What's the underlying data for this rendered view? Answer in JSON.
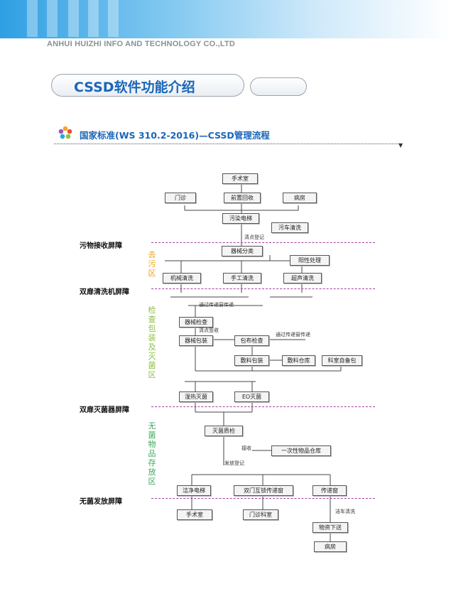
{
  "header": {
    "company": "ANHUI HUIZHI INFO AND TECHNOLOGY CO.,LTD"
  },
  "page": {
    "title": "CSSD软件功能介绍"
  },
  "section": {
    "heading": "国家标准(WS 310.2-2016)—CSSD管理流程",
    "icon": "flower-icon"
  },
  "barriers": {
    "receive": "污物接收屏障",
    "washer": "双扉清洗机屏障",
    "sterilizer": "双扉灭菌器屏障",
    "dispatch": "无菌发放屏障"
  },
  "zones": {
    "decontam": "去污区",
    "pack": "检查包装及灭菌区",
    "store": "无菌物品存放区"
  },
  "boxes": {
    "surgery_top": "手术室",
    "clinic": "门诊",
    "pre_treat": "前置回收",
    "ward": "病房",
    "dirty_elevator": "污染电梯",
    "car_wash_top": "污车清洗",
    "sort": "器械分类",
    "positive": "阳性处理",
    "machine_wash": "机械清洗",
    "manual_wash": "手工清洗",
    "ultrasonic": "超声清洗",
    "inspect": "器械检查",
    "packing": "器械包装",
    "cloth_check": "包布检查",
    "dressing_pack": "敷料包装",
    "dressing_store": "敷料仓库",
    "dept_pack": "科室自备包",
    "moist_sterile": "湿热灭菌",
    "eo_sterile": "EO灭菌",
    "batch_check": "灭菌质检",
    "disposable_store": "一次性物品仓库",
    "clean_elevator": "洁净电梯",
    "pass_window": "双门互锁传递窗",
    "transfer": "传递窗",
    "surgery_bottom": "手术室",
    "clinic_dept": "门诊科室",
    "dispatch_delivery": "物资下送",
    "ward_bottom": "病房"
  },
  "notes": {
    "register": "清点登记",
    "via_window": "通过传递窗传递",
    "sign_in": "清点签收",
    "via_window2": "通过传递窗传递",
    "receive": "接收",
    "dispatch_reg": "发放登记",
    "car_wash_bottom": "洁车清洗"
  }
}
